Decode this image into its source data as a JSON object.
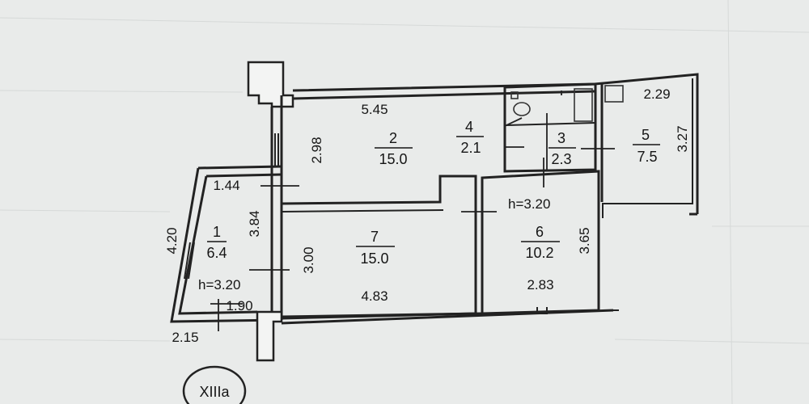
{
  "section_label": "XIIIa",
  "rooms": [
    {
      "number": "1",
      "area": "6.4"
    },
    {
      "number": "2",
      "area": "15.0"
    },
    {
      "number": "3",
      "area": "2.3"
    },
    {
      "number": "4",
      "area": "2.1"
    },
    {
      "number": "5",
      "area": "7.5"
    },
    {
      "number": "6",
      "area": "10.2"
    },
    {
      "number": "7",
      "area": "15.0"
    }
  ],
  "ceiling_heights": [
    "h=3.20",
    "h=3.20"
  ],
  "dimensions": [
    "5.45",
    "2.98",
    "1.44",
    "3.84",
    "4.20",
    "3.00",
    "4.83",
    "1.90",
    "2.15",
    "2.29",
    "3.27",
    "3.65",
    "2.83"
  ]
}
